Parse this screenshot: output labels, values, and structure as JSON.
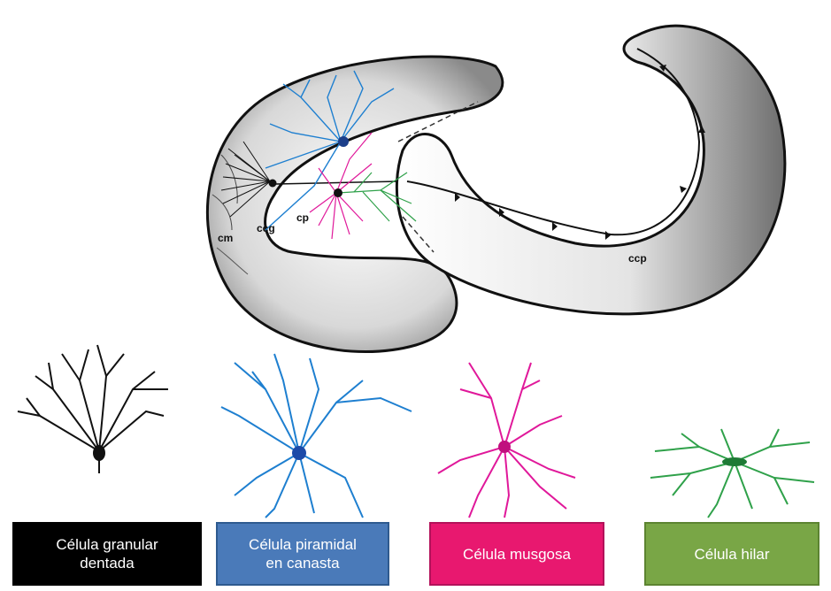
{
  "diagram": {
    "region_labels": {
      "cm": "cm",
      "ccg": "ccg",
      "cp": "cp",
      "ccp": "ccp"
    }
  },
  "legend": {
    "granular": {
      "label": "Célula granular\ndentada",
      "color": "#000000"
    },
    "piramidal": {
      "label": "Célula piramidal\nen canasta",
      "color": "#4a7ab9"
    },
    "musgosa": {
      "label": "Célula musgosa",
      "color": "#e8186f"
    },
    "hilar": {
      "label": "Célula hilar",
      "color": "#79a646"
    }
  },
  "colors": {
    "neuron_black": "#111111",
    "neuron_blue": "#1e7fd0",
    "neuron_pink": "#e0189a",
    "neuron_green": "#2fa14a"
  }
}
